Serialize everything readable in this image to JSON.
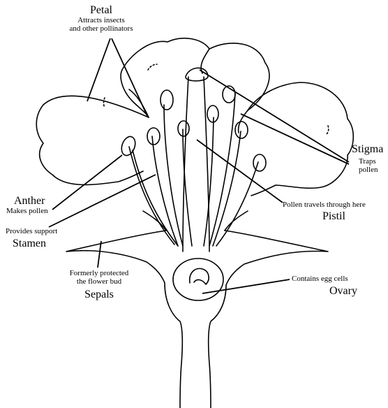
{
  "labels": {
    "petal": {
      "name": "Petal",
      "desc": "Attracts insects\nand other pollinators"
    },
    "stigma": {
      "name": "Stigma",
      "desc": "Traps\npollen"
    },
    "anther": {
      "name": "Anther",
      "desc": "Makes pollen"
    },
    "pistil": {
      "desc": "Pollen travels through here",
      "name": "Pistil"
    },
    "stamen": {
      "desc": "Provides support",
      "name": "Stamen"
    },
    "sepals": {
      "desc": "Formerly protected\nthe flower bud",
      "name": "Sepals"
    },
    "ovary": {
      "desc": "Contains egg cells",
      "name": "Ovary"
    }
  }
}
